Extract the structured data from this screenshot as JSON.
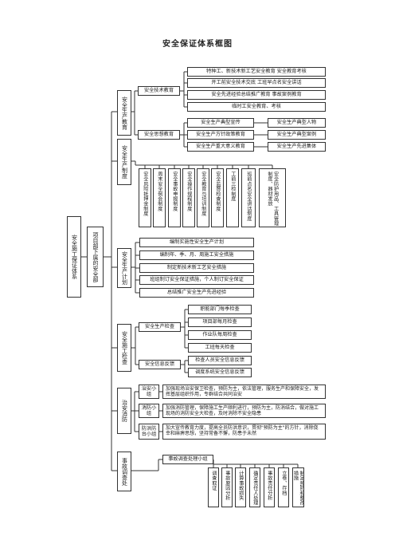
{
  "title": "安全保证体系框图",
  "root": "安全施工保证体系",
  "project": "项目部下属的安全部",
  "branches": {
    "education": "安全生产教育",
    "system": "安全生产制度",
    "plan": "安全生产计划",
    "inspection": "安全施工检查",
    "fire": "治安消防",
    "accident": "事故调查处"
  },
  "education": {
    "tech": "安全技术教育",
    "tech_items": [
      "特种工、新技术新工艺安全教育  安全教育考核",
      "开工前安全技术交底  工班早点名安全讲话",
      "安全先进经验总结推广教育  事故案例教育",
      "临时工安全教育、考核"
    ],
    "thought": "安全思想教育",
    "thought_left": [
      "安全生产典型宣传",
      "安全生产方针政策教育",
      "安全生产重大意义教育"
    ],
    "thought_right": [
      "安全生产典型人物",
      "安全生产典型案例",
      "安全生产先进集体"
    ]
  },
  "system_items": [
    "安全风险抵押金制度",
    "周末安全例会制度",
    "安全事故申报制度",
    "安全操作规程制度",
    "安全教育与培训制度",
    "安全监督检查制度",
    "工前三检制度",
    "班前点名安全讲话制度",
    "安全防护用品、工具管理制度、器材发放"
  ],
  "plan_items": [
    "编制实施性安全生产计划",
    "编制年、季、月、周施工安全措施",
    "制定新技术新工艺安全措施",
    "班组制订安全保证措施，个人制订安全保证",
    "总结推广安全生产先进经验"
  ],
  "inspection": {
    "check": "安全生产检查",
    "check_items": [
      "职能部门每季检查",
      "项目部每月检查",
      "作业队每周检查",
      "工班每天检查"
    ],
    "feedback": "安全信息反馈",
    "feedback_items": [
      "检查人员安全信息反馈",
      "调度系统安全信息反馈"
    ]
  },
  "fire": {
    "groups": [
      {
        "name": "治安小组",
        "text": "加强现场治安保卫检查，预防为主，依法管理，服务生产和保障安全，发挥基层组织作用，专群结合共同治安"
      },
      {
        "name": "消防小组",
        "text": "加强消防管理，保障施工生产顺利进行，预防为主，防消结合，做对施工现场的消防安全大检查，及时消除不安全隐患"
      },
      {
        "name": "防洪防台小组",
        "text": "加大宣传教育力度，提高全员防洪意识，贯彻\"预防为主\"的方针，消除侥幸和麻痹思想，坚持常备不懈，防患于未然"
      }
    ]
  },
  "accident": {
    "group": "事故调查处理小组",
    "items": [
      "调查取证",
      "事故原因分析",
      "计算事故损失",
      "确定责任人处理",
      "事故责任分析",
      "立卷、存档",
      "制定预防和整改措施"
    ]
  }
}
